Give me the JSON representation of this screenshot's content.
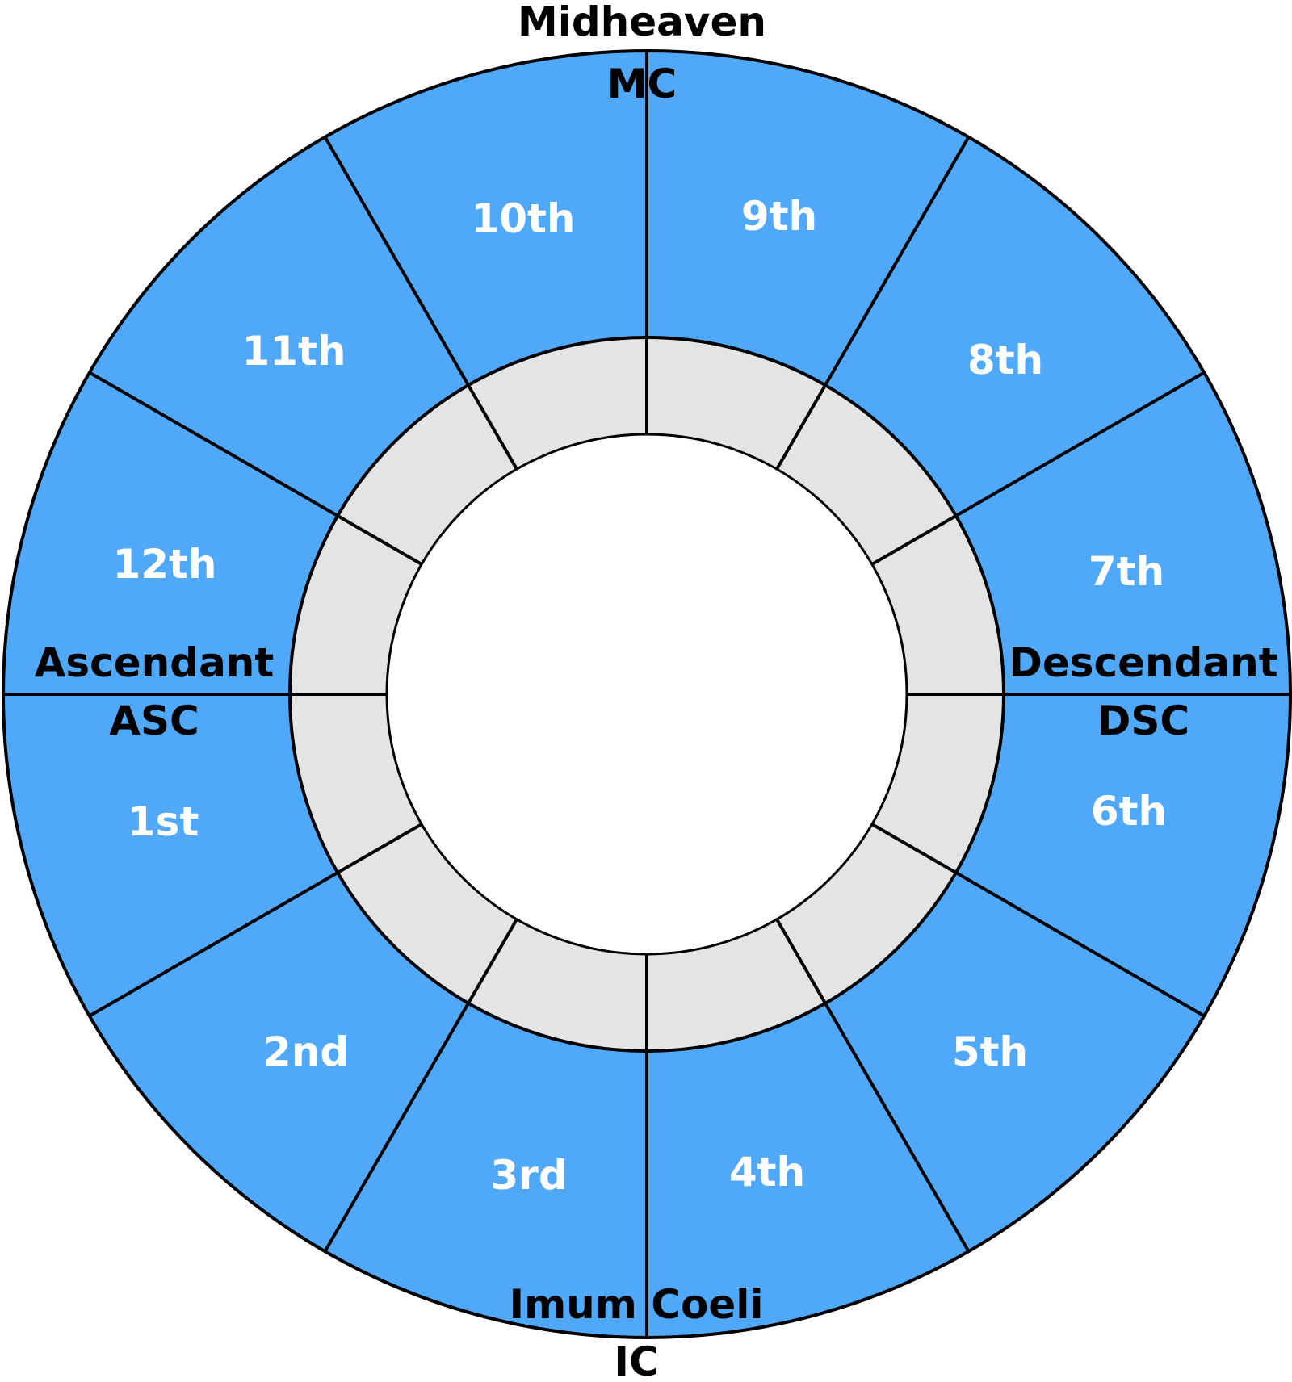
{
  "colors": {
    "house_fill": "#4fa8f8",
    "ring_fill": "#e4e4e4",
    "center_fill": "#ffffff",
    "stroke": "#000000"
  },
  "houses": [
    "1st",
    "2nd",
    "3rd",
    "4th",
    "5th",
    "6th",
    "7th",
    "8th",
    "9th",
    "10th",
    "11th",
    "12th"
  ],
  "angles": {
    "midheaven": "Midheaven",
    "mc": "MC",
    "ascendant": "Ascendant",
    "asc": "ASC",
    "descendant": "Descendant",
    "dsc": "DSC",
    "imum_coeli": "Imum Coeli",
    "ic": "IC"
  }
}
